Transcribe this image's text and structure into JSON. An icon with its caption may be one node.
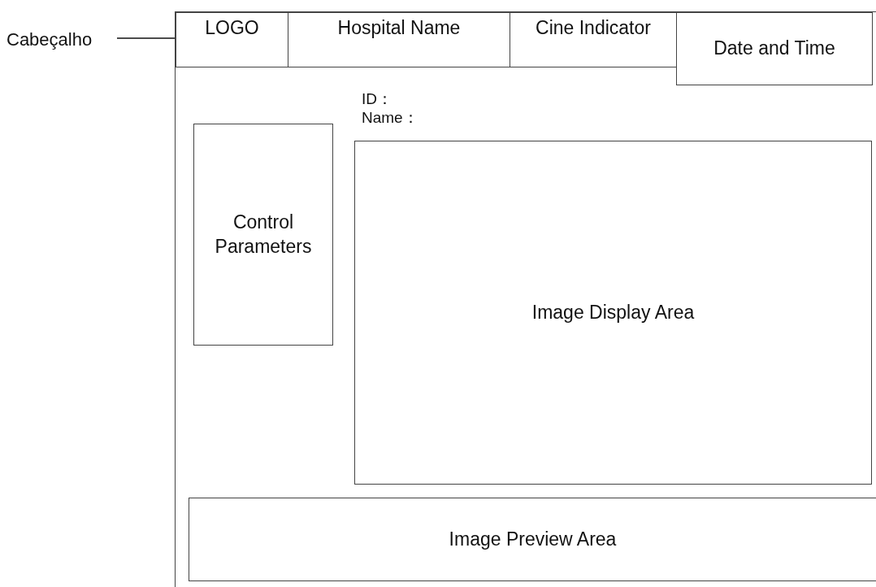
{
  "diagram": {
    "nodes": [
      {
        "text": [
          "Cabeçalho"
        ]
      },
      {
        "text": [],
        "shape": "box"
      },
      {
        "text": [
          "LOGO"
        ],
        "in": 1
      },
      {
        "text": [
          "Hospital Name"
        ],
        "in": 1
      },
      {
        "text": [
          "Cine Indicator"
        ],
        "in": 1
      },
      {
        "text": [
          "Date and Time"
        ],
        "in": 1
      },
      {
        "text": [
          "Control Parameters"
        ],
        "in": 1
      },
      {
        "text": [
          "Image Display Area"
        ],
        "in": 1
      },
      {
        "text": [
          "Image Preview Area"
        ],
        "in": 1
      }
    ],
    "edges": [
      {
        "from": 0,
        "to": 2,
        "arrow": "none"
      }
    ],
    "labels": [
      "ID：",
      "Name："
    ]
  }
}
